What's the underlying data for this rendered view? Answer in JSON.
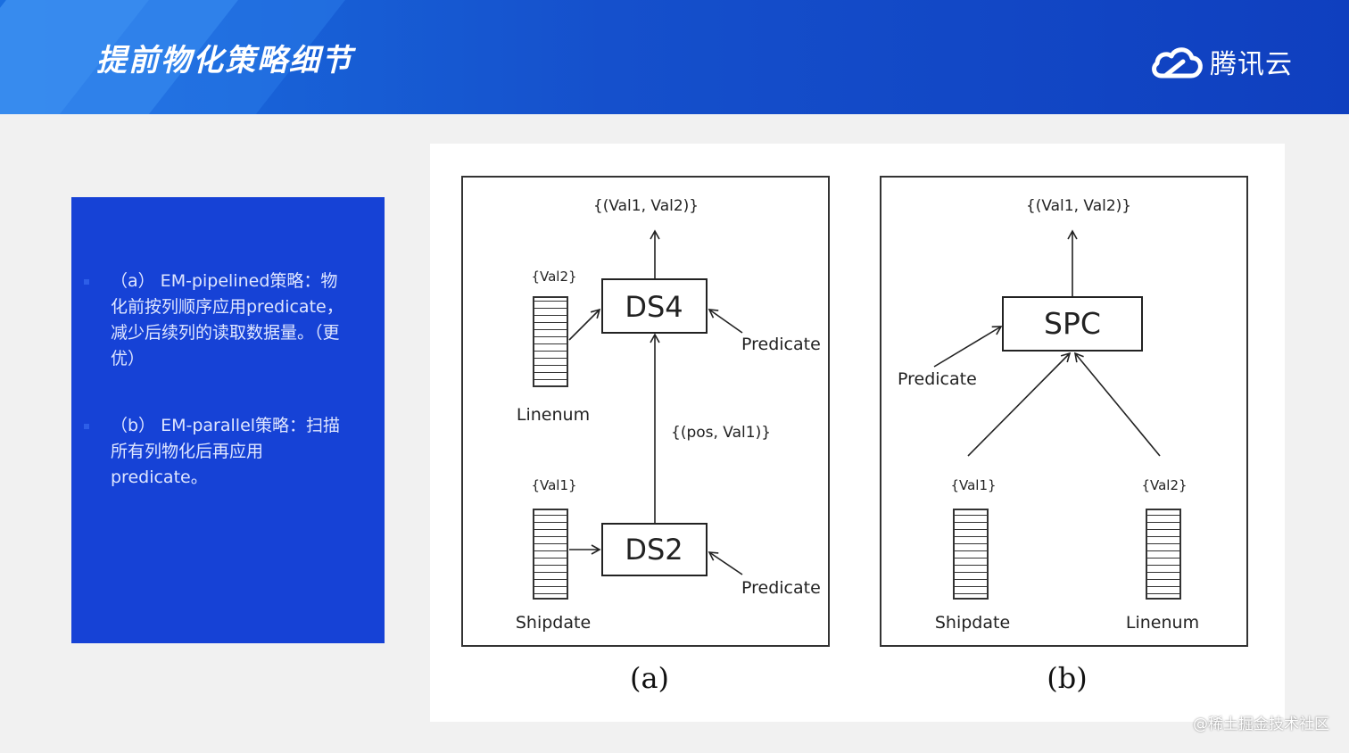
{
  "header": {
    "title": "提前物化策略细节",
    "logo_text": "腾讯云"
  },
  "side_panel": {
    "bullets": [
      "（a） EM-pipelined策略：物化前按列顺序应用predicate，减少后续列的读取数据量。（更优）",
      "（b） EM-parallel策略：扫描所有列物化后再应用predicate。"
    ]
  },
  "diagram": {
    "panel_a": {
      "caption": "(a)",
      "output": "{(Val1, Val2)}",
      "top_box": "DS4",
      "bottom_box": "DS2",
      "predicate_top": "Predicate",
      "predicate_bottom": "Predicate",
      "mid_flow": "{(pos, Val1)}",
      "col_top_label": "{Val2}",
      "col_top_name": "Linenum",
      "col_bottom_label": "{Val1}",
      "col_bottom_name": "Shipdate"
    },
    "panel_b": {
      "caption": "(b)",
      "output": "{(Val1, Val2)}",
      "box": "SPC",
      "predicate": "Predicate",
      "col_left_label": "{Val1}",
      "col_left_name": "Shipdate",
      "col_right_label": "{Val2}",
      "col_right_name": "Linenum"
    }
  },
  "watermark": "@稀土掘金技术社区",
  "colors": {
    "header_blue": "#1550cc",
    "panel_blue": "#1642d6",
    "background": "#f1f1f1"
  },
  "icons": [
    "tencent-cloud-logo-icon"
  ]
}
